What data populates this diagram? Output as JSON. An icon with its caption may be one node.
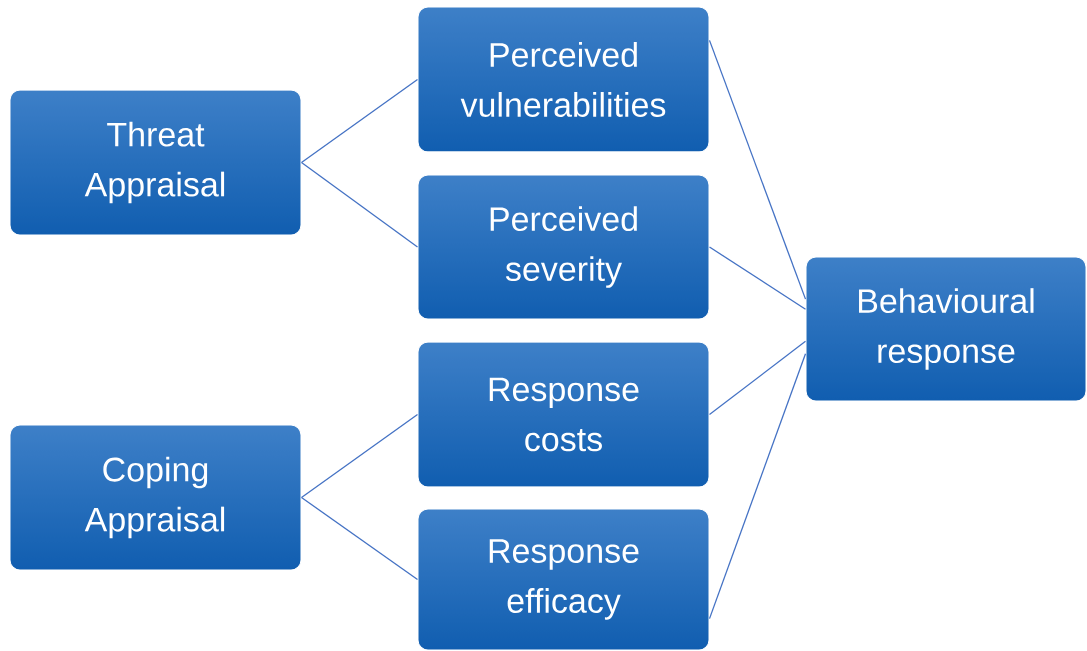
{
  "diagram": {
    "nodes": [
      {
        "text": [
          "Threat Appraisal"
        ]
      },
      {
        "text": [
          "Perceived vulnerabilities"
        ]
      },
      {
        "text": [
          "Perceived severity"
        ]
      },
      {
        "text": [
          "Coping Appraisal"
        ]
      },
      {
        "text": [
          "Response costs"
        ]
      },
      {
        "text": [
          "Response efficacy"
        ]
      },
      {
        "text": [
          "Behavioural response"
        ]
      }
    ],
    "edges": [
      {
        "from": 0,
        "to": 1,
        "arrow": "none"
      },
      {
        "from": 0,
        "to": 2,
        "arrow": "none"
      },
      {
        "from": 3,
        "to": 4,
        "arrow": "none"
      },
      {
        "from": 3,
        "to": 5,
        "arrow": "none"
      },
      {
        "from": 1,
        "to": 6,
        "arrow": "none"
      },
      {
        "from": 2,
        "to": 6,
        "arrow": "none"
      },
      {
        "from": 4,
        "to": 6,
        "arrow": "none"
      },
      {
        "from": 5,
        "to": 6,
        "arrow": "none"
      }
    ]
  }
}
